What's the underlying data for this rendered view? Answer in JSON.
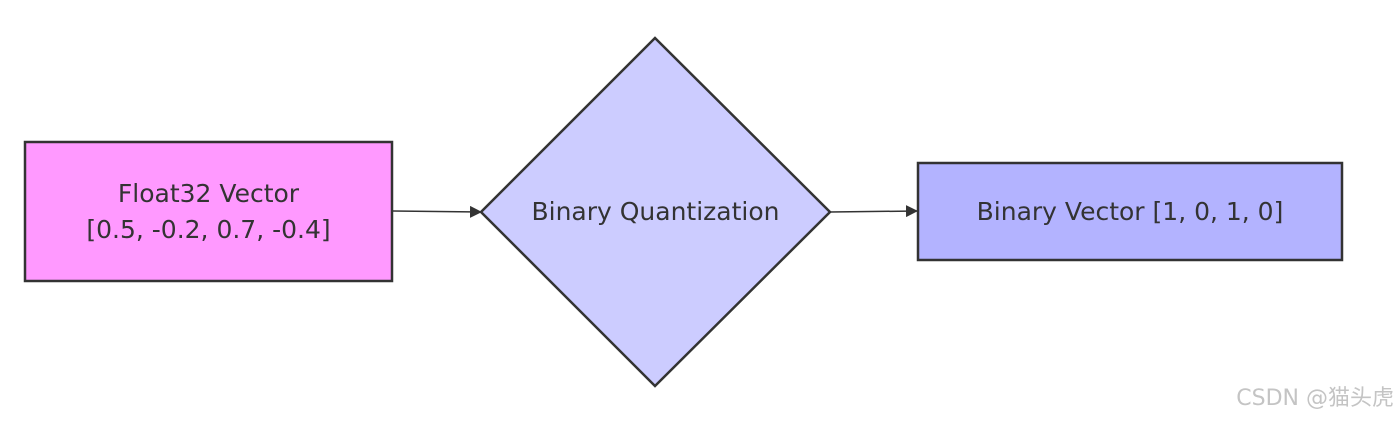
{
  "diagram": {
    "nodes": {
      "float32": {
        "title": "Float32 Vector",
        "values": "[0.5, -0.2, 0.7, -0.4]",
        "fill": "#ff99ff",
        "stroke": "#333333"
      },
      "quantization": {
        "label": "Binary Quantization",
        "fill": "#ccccff",
        "stroke": "#333333"
      },
      "binary": {
        "label": "Binary Vector [1, 0, 1, 0]",
        "fill": "#b3b3ff",
        "stroke": "#333333"
      }
    },
    "edges": [
      {
        "from": "float32",
        "to": "quantization"
      },
      {
        "from": "quantization",
        "to": "binary"
      }
    ],
    "edge_color": "#333333"
  },
  "watermark": "CSDN @猫头虎"
}
